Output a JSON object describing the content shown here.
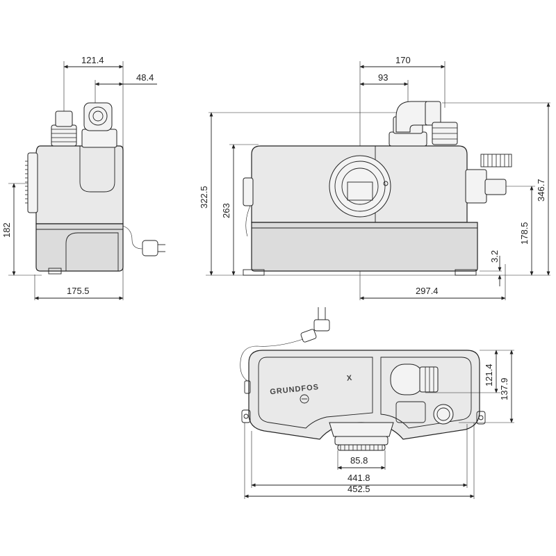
{
  "brand": "GRUNDFOS",
  "brand_mark": "X",
  "dimensions": {
    "side_width_top": "121.4",
    "side_offset": "48.4",
    "side_height": "182",
    "side_width_bottom": "175.5",
    "front_pipe_170": "170",
    "front_pipe_93": "93",
    "front_height_322": "322.5",
    "front_height_263": "263",
    "front_height_346": "346.7",
    "front_outlet_height": "178.5",
    "front_foot": "3.2",
    "front_width": "297.4",
    "top_depth_121": "121.4",
    "top_depth_137": "137.9",
    "top_inlet": "85.8",
    "top_width_441": "441.8",
    "top_width_452": "452.5"
  }
}
